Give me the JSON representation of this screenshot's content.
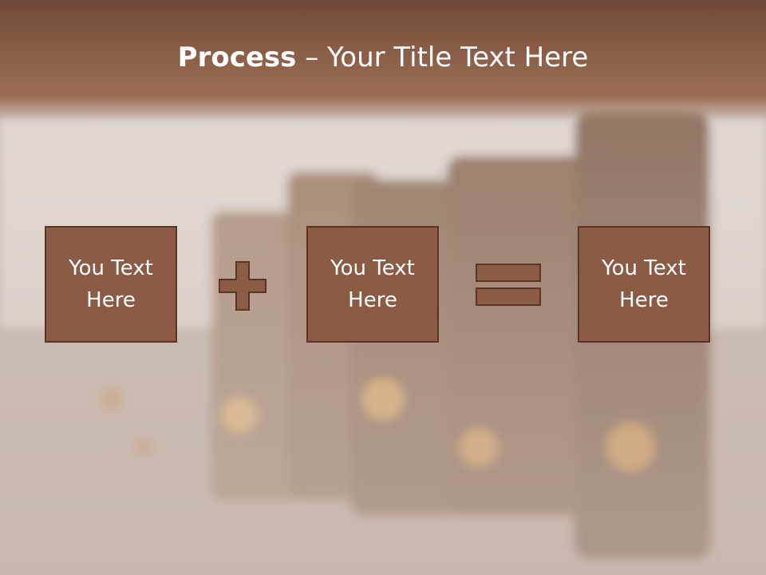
{
  "slide": {
    "title_bold": "Process",
    "title_sep": " – ",
    "title_rest": "Your Title Text Here",
    "boxes": [
      {
        "text": "You Text\nHere"
      },
      {
        "text": "You Text\nHere"
      },
      {
        "text": "You Text\nHere"
      }
    ],
    "operators": [
      "plus-icon",
      "equals-icon"
    ],
    "colors": {
      "box_fill": "#8b5b45",
      "box_border": "#5a3526",
      "header": "#8b5e47"
    }
  }
}
